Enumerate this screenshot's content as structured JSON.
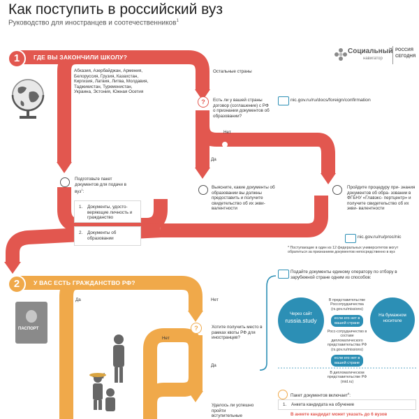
{
  "header": {
    "title": "Как поступить в российский вуз",
    "subtitle": "Руководство для иностранцев и соотечественников",
    "subtitle_sup": "1"
  },
  "logo": {
    "line1": "Социальный",
    "line2": "навигатор",
    "brand1": "РОССИЯ",
    "brand2": "СЕГОДНЯ"
  },
  "colors": {
    "red": "#e2574f",
    "orange": "#f0a94a",
    "blue": "#2c8fb5"
  },
  "section1": {
    "number": "1",
    "question": "ГДЕ ВЫ ЗАКОНЧИЛИ ШКОЛУ?",
    "countries": "Абхазия, Азербайджан, Армения, Белоруссия, Грузия, Казахстан, Киргизия, Латвия, Литва, Молдавия, Таджикистан, Туркменистан, Украина, Эстония, Южная Осетия",
    "other": "Остальные страны",
    "agreement_q": "Есть ли у вашей страны договор (соглашение) с РФ о признании документов об образовании?",
    "yes": "Да",
    "no": "Нет",
    "link1": "nic.gov.ru/ru/docs/foreign/confirmation",
    "prepare": "Подготовьте пакет документов для подачи в вуз",
    "doc1_num": "1.",
    "doc1": "Документы, удосто- веряющие личность и гражданство",
    "doc2_num": "2.",
    "doc2": "Документы об образовании",
    "find_out": "Выясните, какие документы об образовании вы должны предоставить и получите свидетельство об их экви- валентности",
    "procedure": "Пройдите процедуру при- знания документов об обра- зовании в ФГБНУ «Главэкс- пертцентр» и получите свидетельство об их экви- валентности",
    "link2": "nic.gov.ru/ru/proc/nic",
    "footnote": "* Поступающие в один из 12 федеральных университетов могут обратиться за признанием документов непосредственно в вуз"
  },
  "section2": {
    "number": "2",
    "question": "У ВАС ЕСТЬ ГРАЖДАНСТВО РФ?",
    "yes": "Да",
    "no": "Нет",
    "no2": "Нет",
    "yes2": "Да",
    "passport": "ПАСПОРТ",
    "quota_q": "Хотите получить место в рамках квоты РФ для иностранцев?",
    "exams": "Удалось ли успешно пройти вступительные",
    "operator": "Подайте документы единому оператору по отбору в зарубежной стране одним из способов:",
    "site_label": "Через сайт",
    "site": "russia.study",
    "paper": "На бумажном носителе",
    "rep1": "В представительстве Россотрудничества (rs.gov.ru/missions)",
    "pill1": "если его нет в вашей стране",
    "rep2": "Росс-сотрудничество в составе дипломатического представительства РФ (rs.gov.ru/missions)",
    "pill2": "если его нет в вашей стране",
    "rep3": "В дипломатическом представительстве РФ (mid.ru)",
    "package": "Пакет документов включает",
    "app_num": "1.",
    "app": "Анкета кандидата на обучение",
    "warning": "В анкете кандидат может указать до 6 вузов"
  }
}
